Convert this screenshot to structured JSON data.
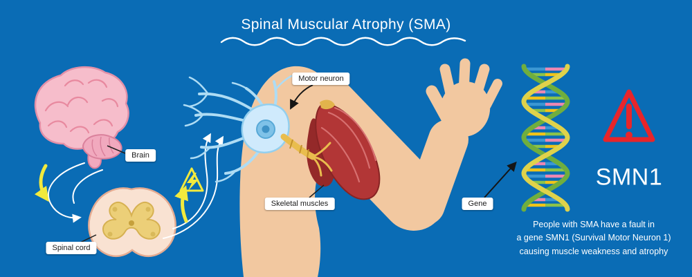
{
  "title": "Spinal Muscular Atrophy (SMA)",
  "diagram": {
    "labels": {
      "motor_neuron": "Motor neuron",
      "brain": "Brain",
      "spinal_cord": "Spinal cord",
      "skeletal_muscles": "Skeletal muscles",
      "gene": "Gene"
    },
    "gene_name": "SMN1",
    "description_lines": [
      "People with SMA have a fault in",
      "a gene SMN1 (Survival Motor Neuron 1)",
      "causing muscle weakness and atrophy"
    ]
  },
  "colors": {
    "background": "#0a6cb5",
    "warning_red": "#e8252a",
    "warning_yellow": "#f2ea3d",
    "brain_pink": "#f6bdcb",
    "spinal_cream": "#f9e2d2",
    "gray_matter_yellow": "#eccf78",
    "neuron_blue": "#cfeafc",
    "axon_yellow": "#e9bd4e",
    "muscle_red": "#b23636",
    "skin": "#f2c8a0",
    "dna_strand_green": "#6fae3e",
    "dna_strand_yellow": "#dfd24b",
    "dna_base_blue": "#3b97d3",
    "dna_base_pink": "#ec87b2",
    "dna_base_yellow": "#f0c419",
    "dna_base_green": "#8bc34a"
  }
}
